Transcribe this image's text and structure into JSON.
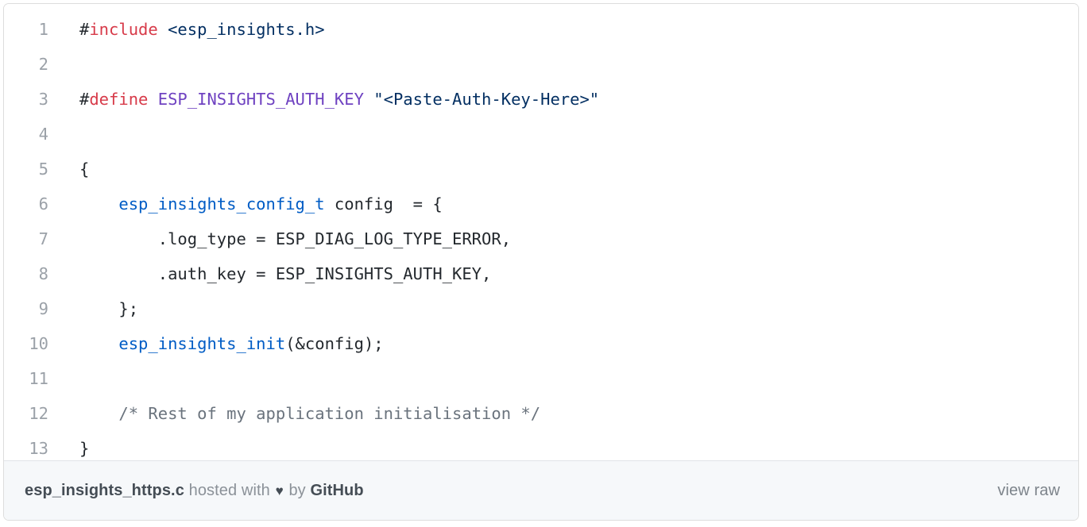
{
  "gist": {
    "filename": "esp_insights_https.c",
    "language": "c",
    "colors": {
      "border": "#dddddd",
      "footer_background": "#f6f8fa",
      "line_number": "#9ba1a8",
      "keyword": "#d73a49",
      "string": "#032f62",
      "constant": "#6f42c1",
      "type": "#005cc5",
      "function": "#005cc5",
      "comment": "#6a737d",
      "plain": "#24292e"
    },
    "lines": [
      {
        "number": "1",
        "tokens": [
          {
            "text": "#",
            "kind": "plain"
          },
          {
            "text": "include",
            "kind": "kw"
          },
          {
            "text": " ",
            "kind": "plain"
          },
          {
            "text": "<esp_insights.h>",
            "kind": "str"
          }
        ]
      },
      {
        "number": "2",
        "tokens": []
      },
      {
        "number": "3",
        "tokens": [
          {
            "text": "#",
            "kind": "plain"
          },
          {
            "text": "define",
            "kind": "kw"
          },
          {
            "text": " ",
            "kind": "plain"
          },
          {
            "text": "ESP_INSIGHTS_AUTH_KEY",
            "kind": "const"
          },
          {
            "text": " ",
            "kind": "plain"
          },
          {
            "text": "\"<Paste-Auth-Key-Here>\"",
            "kind": "str"
          }
        ]
      },
      {
        "number": "4",
        "tokens": []
      },
      {
        "number": "5",
        "tokens": [
          {
            "text": "{",
            "kind": "plain"
          }
        ]
      },
      {
        "number": "6",
        "tokens": [
          {
            "text": "    ",
            "kind": "plain"
          },
          {
            "text": "esp_insights_config_t",
            "kind": "type"
          },
          {
            "text": " config  = {",
            "kind": "plain"
          }
        ]
      },
      {
        "number": "7",
        "tokens": [
          {
            "text": "        .log_type = ESP_DIAG_LOG_TYPE_ERROR,",
            "kind": "plain"
          }
        ]
      },
      {
        "number": "8",
        "tokens": [
          {
            "text": "        .auth_key = ESP_INSIGHTS_AUTH_KEY,",
            "kind": "plain"
          }
        ]
      },
      {
        "number": "9",
        "tokens": [
          {
            "text": "    };",
            "kind": "plain"
          }
        ]
      },
      {
        "number": "10",
        "tokens": [
          {
            "text": "    ",
            "kind": "plain"
          },
          {
            "text": "esp_insights_init",
            "kind": "fn"
          },
          {
            "text": "(&config);",
            "kind": "plain"
          }
        ]
      },
      {
        "number": "11",
        "tokens": []
      },
      {
        "number": "12",
        "tokens": [
          {
            "text": "    ",
            "kind": "plain"
          },
          {
            "text": "/* Rest of my application initialisation */",
            "kind": "comment"
          }
        ]
      },
      {
        "number": "13",
        "tokens": [
          {
            "text": "}",
            "kind": "plain"
          }
        ]
      }
    ],
    "footer": {
      "filename": "esp_insights_https.c",
      "hosted_with": "hosted with",
      "heart_icon": "heart-icon",
      "heart_glyph": "♥",
      "by": "by",
      "brand": "GitHub",
      "view_raw": "view raw"
    }
  }
}
